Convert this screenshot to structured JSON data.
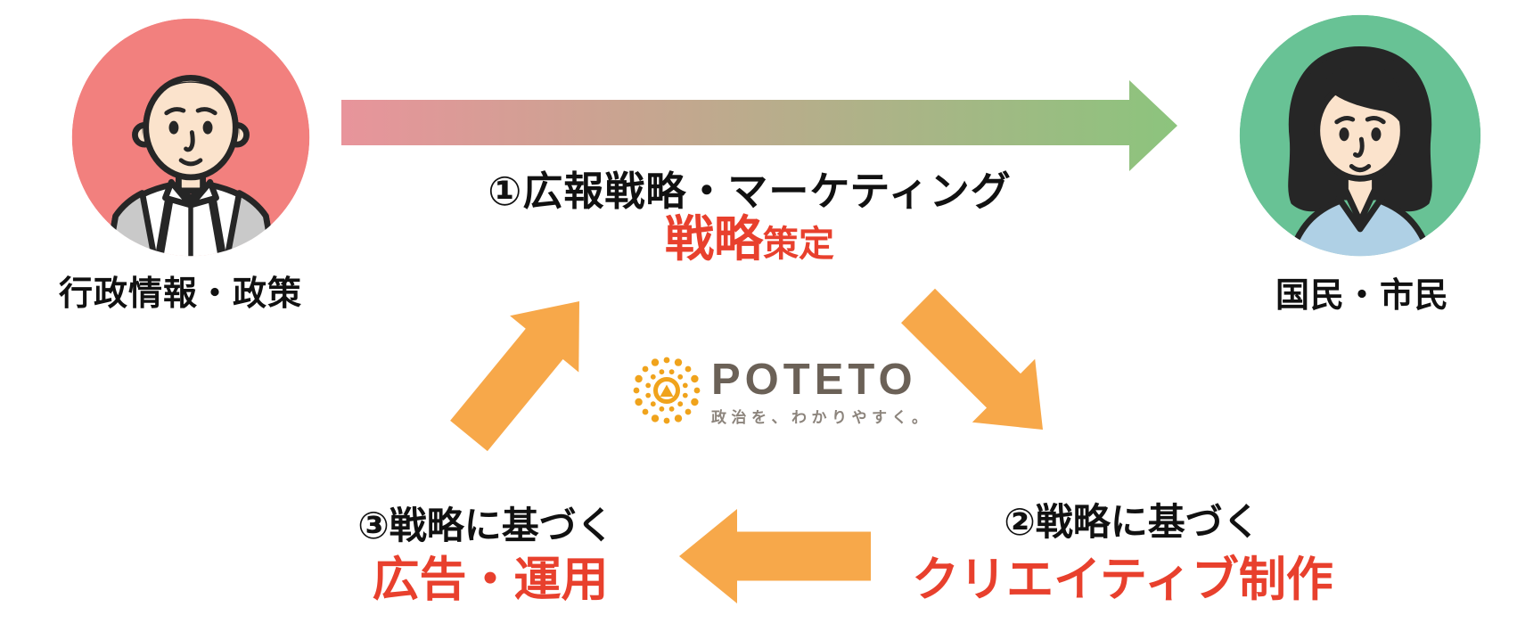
{
  "diagram": {
    "actors": {
      "government": {
        "label": "行政情報・政策",
        "avatar": "male-official",
        "circle_color": "#F2807E"
      },
      "citizens": {
        "label": "国民・市民",
        "avatar": "female-citizen",
        "circle_color": "#68C295"
      }
    },
    "top_arrow": {
      "from": "行政情報・政策",
      "to": "国民・市民",
      "gradient_start": "#E8949B",
      "gradient_end": "#8CC47D"
    },
    "steps": {
      "step1": {
        "title": "①広報戦略・マーケティング",
        "highlight_main": "戦略",
        "highlight_sub": "策定"
      },
      "step2": {
        "title": "②戦略に基づく",
        "highlight": "クリエイティブ制作"
      },
      "step3": {
        "title": "③戦略に基づく",
        "highlight": "広告・運用"
      }
    },
    "cycle_arrows": {
      "color": "#F7A84A",
      "count": 3
    },
    "logo": {
      "wordmark": "POTETO",
      "tagline": "政治を、わかりやすく。",
      "wordmark_color": "#6B6157",
      "tagline_color": "#8C847C",
      "emblem_color": "#F0A31C"
    },
    "text_colors": {
      "black": "#111111",
      "red": "#E8402D"
    }
  }
}
